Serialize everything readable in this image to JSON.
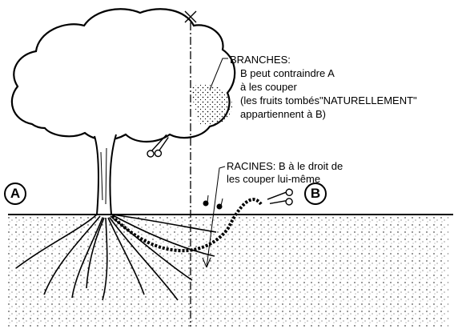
{
  "labels": {
    "party_a": "A",
    "party_b": "B",
    "branches": {
      "title": "BRANCHES:",
      "line1": "B peut contraindre A",
      "line2": "à les couper",
      "line3": "(les fruits tombés\"NATURELLEMENT\"",
      "line4": "appartiennent à B)"
    },
    "roots": {
      "line1": "RACINES: B à le droit de",
      "line2": "les couper lui-même"
    }
  },
  "icons": [
    "scissors-icon",
    "scissors-icon",
    "boundary-cross-icon"
  ]
}
